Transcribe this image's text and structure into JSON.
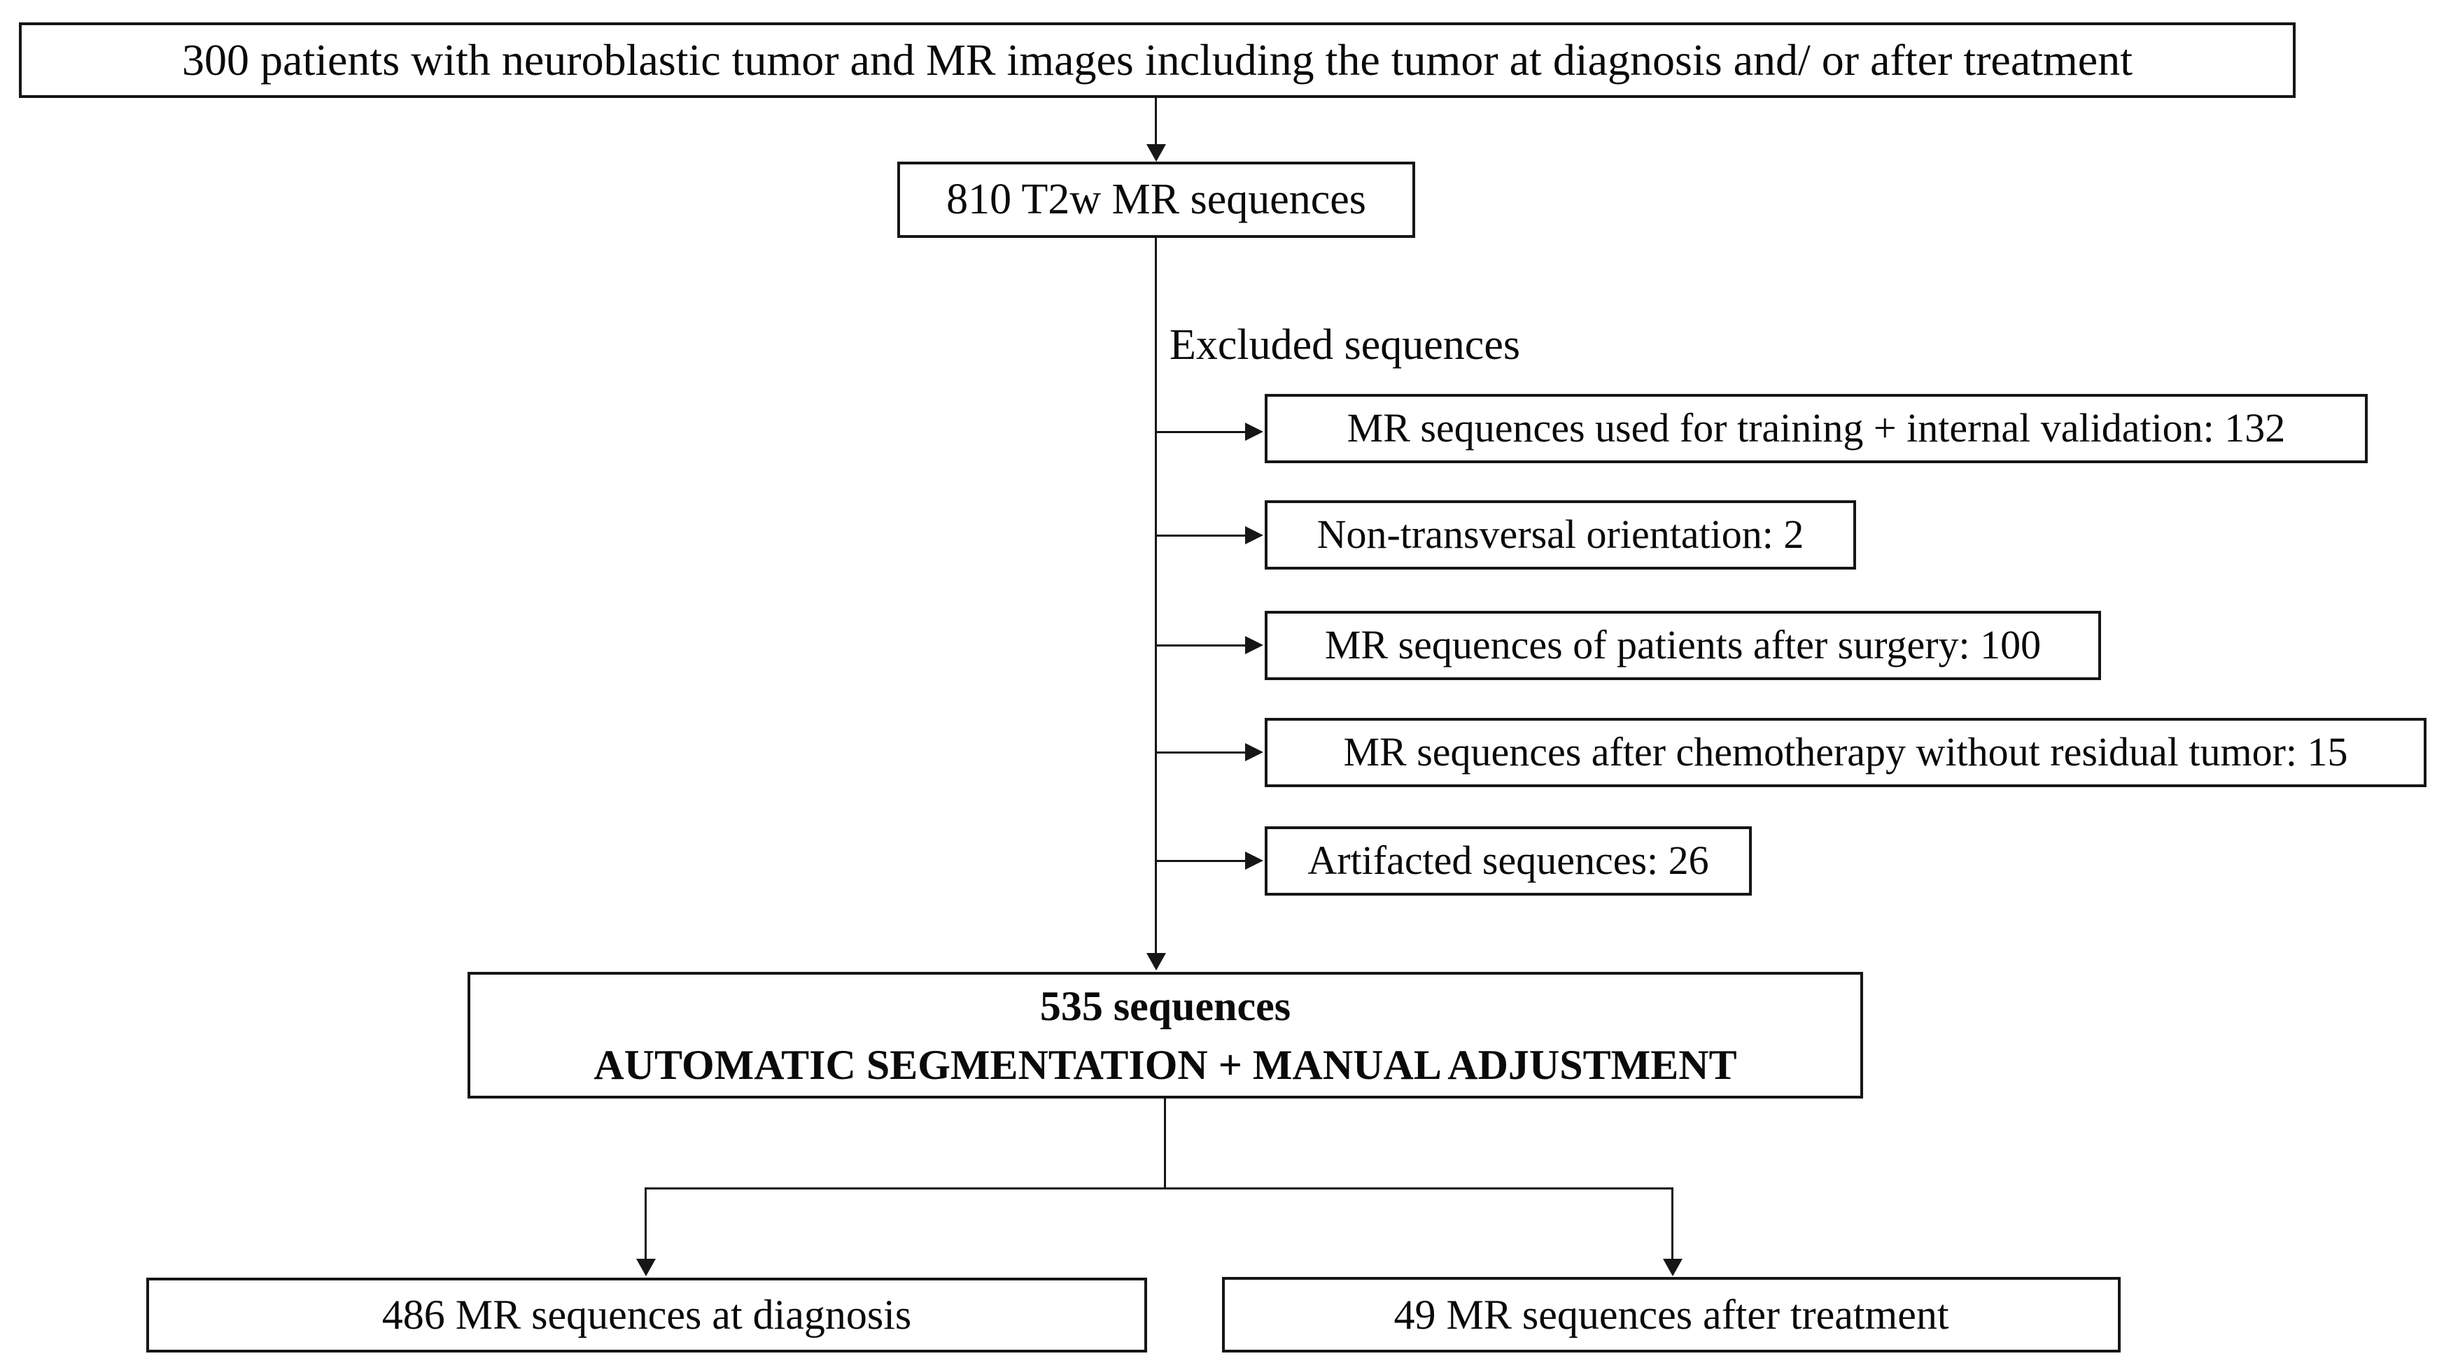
{
  "figure": {
    "background_color": "#ffffff",
    "line_color": "#161616",
    "nodes": {
      "patients": "300 patients with neuroblastic tumor and MR images including the tumor at diagnosis and/ or after treatment",
      "t2w_sequences": "810 T2w MR sequences",
      "excluded_label": "Excluded sequences",
      "excluded": [
        "MR sequences used for training + internal validation: 132",
        "Non-transversal orientation: 2",
        "MR sequences of patients after surgery: 100",
        "MR sequences after chemotherapy without residual tumor: 15",
        "Artifacted sequences: 26"
      ],
      "segmentation": {
        "line1": "535 sequences",
        "line2": "AUTOMATIC SEGMENTATION + MANUAL ADJUSTMENT"
      },
      "diagnosis": "486 MR sequences at diagnosis",
      "after_treatment": "49 MR sequences after treatment"
    }
  }
}
